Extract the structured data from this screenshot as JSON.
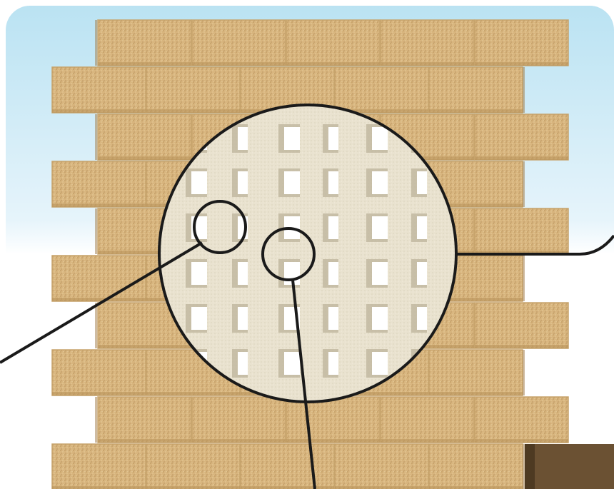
{
  "figure": {
    "description_free": true,
    "colors": {
      "sky_top": "#b9e2f2",
      "sky_mid": "#e6f4fb",
      "ground": "#ffffff",
      "brick_fill": "#d8b57e",
      "brick_shade": "#b8925a",
      "mortar": "#c7a46c",
      "cavity_concrete": "#e9e2cf",
      "cavity_shadow": "#bfb69d",
      "void": "#ffffff",
      "outline": "#1a1a1a",
      "dark_block": "#6b5133"
    },
    "components": {
      "brick_wall": "brick-wall",
      "magnifier": "magnifier-circle",
      "detail_circles": [
        "detail-circle-left",
        "detail-circle-center"
      ],
      "leader_lines": [
        "leader-line-left",
        "leader-line-right",
        "leader-line-bottom"
      ]
    }
  }
}
